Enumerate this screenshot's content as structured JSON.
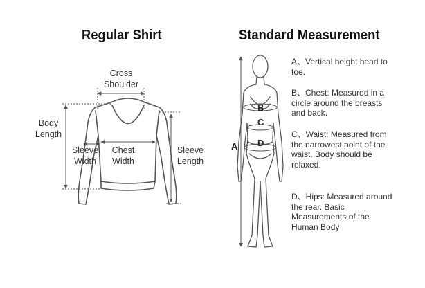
{
  "left_panel": {
    "title": "Regular Shirt",
    "labels": {
      "cross_shoulder": "Cross\nShoulder",
      "body_length": "Body\nLength",
      "sleeve_width": "Sleeve\nWidth",
      "chest_width": "Chest\nWidth",
      "sleeve_length": "Sleeve\nLength"
    }
  },
  "right_panel": {
    "title": "Standard Measurement",
    "figure_letters": {
      "a": "A",
      "b": "B",
      "c": "C",
      "d": "D"
    },
    "notes": [
      {
        "key": "A、",
        "text": "Vertical height head to toe."
      },
      {
        "key": "B、",
        "text": "Chest: Measured in a circle around the breasts and back."
      },
      {
        "key": "C、",
        "text": "Waist: Measured from the narrowest point of the waist. Body should be relaxed."
      },
      {
        "key": "D、",
        "text": "Hips: Measured around the rear. Basic Measurements of the Human Body"
      }
    ]
  },
  "colors": {
    "line": "#555555",
    "text": "#333333",
    "title": "#111111",
    "background": "#ffffff"
  }
}
